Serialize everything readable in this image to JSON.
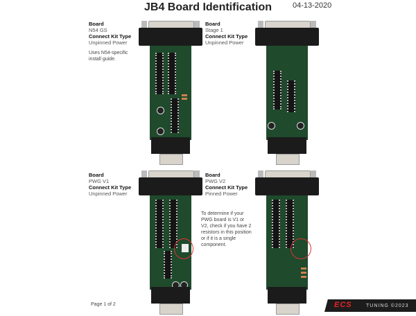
{
  "title": "JB4 Board Identification",
  "date": "04-13-2020",
  "boards": [
    {
      "board_label": "Board",
      "board": "N54 GS",
      "kit_label": "Connect Kit Type",
      "kit": "Unpinned Power",
      "note": "Uses N54-specific install guide."
    },
    {
      "board_label": "Board",
      "board": "Stage 1",
      "kit_label": "Connect Kit Type",
      "kit": "Unpinned Power"
    },
    {
      "board_label": "Board",
      "board": "PWG V1",
      "kit_label": "Connect Kit Type",
      "kit": "Unpinned Power"
    },
    {
      "board_label": "Board",
      "board": "PWG V2",
      "kit_label": "Connect Kit Type",
      "kit": "Pinned Power"
    }
  ],
  "pwg_note": "To determine if your PWG board is V1 or V2, check if you have 2 resistors in this position or if it is a single component.",
  "page": "Page 1 of 2",
  "logo": {
    "brand": "ECS",
    "sub": "TUNING",
    "copyright": "©2023"
  },
  "colors": {
    "pcb": "#1f4a2c",
    "highlight": "#dd3333"
  }
}
